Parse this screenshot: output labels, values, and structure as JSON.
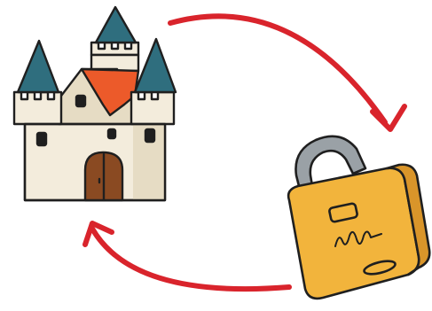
{
  "illustration": {
    "subjects": [
      "castle-icon",
      "padlock-icon"
    ],
    "arrows": [
      {
        "name": "arrow-castle-to-lock",
        "from": "castle-icon",
        "to": "padlock-icon",
        "direction": "clockwise"
      },
      {
        "name": "arrow-lock-to-castle",
        "from": "padlock-icon",
        "to": "castle-icon",
        "direction": "clockwise"
      }
    ]
  },
  "colors": {
    "arrow": "#d9242c",
    "outline": "#1f1f1f",
    "castle_wall": "#f3ecdc",
    "castle_wall_shade": "#e6dcc4",
    "roof_teal": "#2f6e7e",
    "roof_red": "#ec5a2a",
    "door": "#8a4a22",
    "lock_body": "#f2b43c",
    "lock_shackle": "#9aa1a6"
  }
}
